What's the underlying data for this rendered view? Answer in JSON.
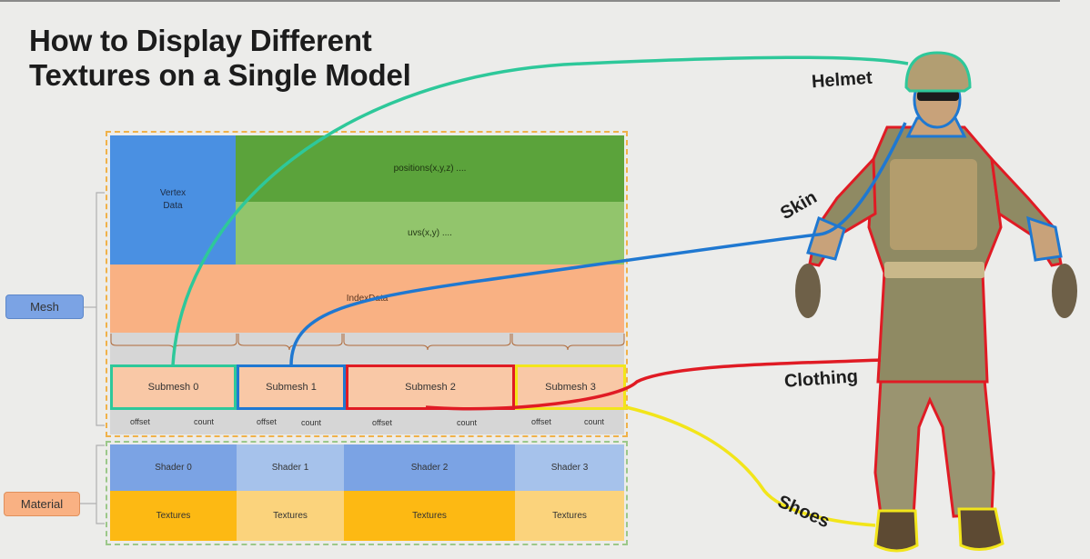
{
  "title_line1": "How to Display Different",
  "title_line2": "Textures on a Single Model",
  "side_labels": {
    "mesh": "Mesh",
    "material": "Material"
  },
  "mesh": {
    "vertex_data_line1": "Vertex",
    "vertex_data_line2": "Data",
    "positions": "positions(x,y,z)  ....",
    "uvs": "uvs(x,y)  ....",
    "index_data": "IndexData",
    "submeshes": [
      {
        "label": "Submesh 0",
        "offset": "offset",
        "count": "count",
        "border": "#2ec89a"
      },
      {
        "label": "Submesh 1",
        "offset": "offset",
        "count": "count",
        "border": "#1f78d1"
      },
      {
        "label": "Submesh 2",
        "offset": "offset",
        "count": "count",
        "border": "#e01b24"
      },
      {
        "label": "Submesh 3",
        "offset": "offset",
        "count": "count",
        "border": "#f2e51a"
      }
    ]
  },
  "material": {
    "shaders": [
      "Shader 0",
      "Shader 1",
      "Shader 2",
      "Shader 3"
    ],
    "textures": [
      "Textures",
      "Textures",
      "Textures",
      "Textures"
    ]
  },
  "parts": {
    "helmet": "Helmet",
    "skin": "Skin",
    "clothing": "Clothing",
    "shoes": "Shoes"
  },
  "colors": {
    "vertex": "#4a90e2",
    "positions": "#5ba33b",
    "uvs": "#92c56c",
    "index": "#f9b183",
    "submesh_fill": "#f9c8a6",
    "shader_dark": "#7ba3e4",
    "shader_light": "#a6c2eb",
    "texture_dark": "#fdb913",
    "texture_light": "#fbd37c",
    "mesh_btn": "#7ba3e4",
    "material_btn": "#f9b183",
    "helmet_line": "#2ec89a",
    "skin_line": "#1f78d1",
    "clothing_line": "#e01b24",
    "shoes_line": "#f2e51a"
  }
}
